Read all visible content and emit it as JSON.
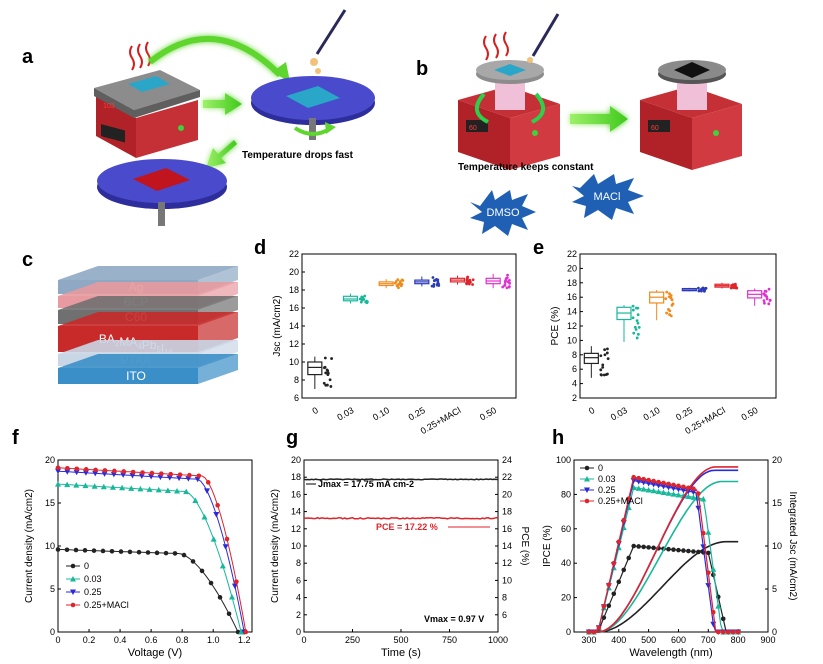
{
  "panels": {
    "a": {
      "letter": "a",
      "caption": "Temperature drops fast",
      "display": "103",
      "colors": {
        "heater": "#c0272d",
        "plate": "#7b7b7b",
        "disk": "#3a3ab8",
        "film_wet": "#29a3c8",
        "film_dry": "#c0151f",
        "arrow": "#5fd62f"
      }
    },
    "b": {
      "letter": "b",
      "caption": "Temperature keeps constant",
      "display": "60",
      "bursts": [
        "DMSO",
        "MACl"
      ],
      "colors": {
        "burst": "#1f5fb4",
        "ring": "#2dd04a"
      }
    },
    "c": {
      "letter": "c",
      "layers": [
        {
          "label": "Ag",
          "color": "#8fa8c4"
        },
        {
          "label": "BCP",
          "color": "#e79a9f"
        },
        {
          "label": "C60",
          "color": "#707070"
        },
        {
          "label": "BA2MA4Pb5I16",
          "color": "#c82a2a"
        },
        {
          "label": "PTAA",
          "color": "#c9d6e6"
        },
        {
          "label": "ITO",
          "color": "#3b8fc8"
        }
      ]
    },
    "d": {
      "letter": "d"
    },
    "e": {
      "letter": "e"
    },
    "f": {
      "letter": "f"
    },
    "g": {
      "letter": "g"
    },
    "h": {
      "letter": "h"
    }
  },
  "chart_data": [
    {
      "id": "d",
      "type": "box",
      "ylabel": "Jsc (mA/cm2)",
      "ylim": [
        6,
        22
      ],
      "yticks": [
        6,
        8,
        10,
        12,
        14,
        16,
        18,
        20,
        22
      ],
      "categories": [
        "0",
        "0.03",
        "0.10",
        "0.25",
        "0.25+MACl",
        "0.50"
      ],
      "colors": [
        "#222222",
        "#18b89a",
        "#f08a1a",
        "#2a3ab8",
        "#e0242a",
        "#e030d0"
      ],
      "boxes": [
        {
          "min": 7.0,
          "q1": 8.6,
          "median": 9.4,
          "q3": 10.0,
          "max": 10.6
        },
        {
          "min": 16.5,
          "q1": 16.8,
          "median": 17.0,
          "q3": 17.3,
          "max": 17.6
        },
        {
          "min": 18.2,
          "q1": 18.5,
          "median": 18.7,
          "q3": 18.9,
          "max": 19.2
        },
        {
          "min": 18.4,
          "q1": 18.7,
          "median": 18.9,
          "q3": 19.1,
          "max": 19.5
        },
        {
          "min": 18.6,
          "q1": 18.9,
          "median": 19.1,
          "q3": 19.3,
          "max": 19.6
        },
        {
          "min": 18.2,
          "q1": 18.7,
          "median": 19.0,
          "q3": 19.3,
          "max": 19.8
        }
      ]
    },
    {
      "id": "e",
      "type": "box",
      "ylabel": "PCE (%)",
      "ylim": [
        2,
        22
      ],
      "yticks": [
        2,
        4,
        6,
        8,
        10,
        12,
        14,
        16,
        18,
        20,
        22
      ],
      "categories": [
        "0",
        "0.03",
        "0.10",
        "0.25",
        "0.25+MACl",
        "0.50"
      ],
      "colors": [
        "#222222",
        "#18b89a",
        "#f08a1a",
        "#2a3ab8",
        "#e0242a",
        "#e030d0"
      ],
      "boxes": [
        {
          "min": 4.8,
          "q1": 6.8,
          "median": 7.6,
          "q3": 8.2,
          "max": 9.2
        },
        {
          "min": 9.8,
          "q1": 12.9,
          "median": 13.8,
          "q3": 14.6,
          "max": 14.9
        },
        {
          "min": 12.8,
          "q1": 15.2,
          "median": 16.0,
          "q3": 16.7,
          "max": 17.0
        },
        {
          "min": 16.8,
          "q1": 16.9,
          "median": 17.0,
          "q3": 17.2,
          "max": 17.3
        },
        {
          "min": 17.2,
          "q1": 17.4,
          "median": 17.6,
          "q3": 17.8,
          "max": 18.0
        },
        {
          "min": 14.8,
          "q1": 15.9,
          "median": 16.4,
          "q3": 16.9,
          "max": 17.2
        }
      ]
    },
    {
      "id": "f",
      "type": "line",
      "xlabel": "Voltage (V)",
      "ylabel": "Current density (mA/cm2)",
      "xlim": [
        0,
        1.25
      ],
      "ylim": [
        0,
        20
      ],
      "xticks": [
        0,
        0.2,
        0.4,
        0.6,
        0.8,
        1.0,
        1.2
      ],
      "yticks": [
        0,
        5,
        10,
        15,
        20
      ],
      "series": [
        {
          "name": "0",
          "color": "#222222",
          "marker": "circle",
          "jsc": 9.6,
          "voc": 1.16,
          "knee": 0.78
        },
        {
          "name": "0.03",
          "color": "#18b89a",
          "marker": "triangle-up",
          "jsc": 17.2,
          "voc": 1.18,
          "knee": 0.82
        },
        {
          "name": "0.25",
          "color": "#2a2ad8",
          "marker": "triangle-down",
          "jsc": 18.7,
          "voc": 1.2,
          "knee": 0.9
        },
        {
          "name": "0.25+MACl",
          "color": "#e0242a",
          "marker": "circle",
          "jsc": 19.1,
          "voc": 1.21,
          "knee": 0.93
        }
      ]
    },
    {
      "id": "g",
      "type": "line",
      "xlabel": "Time (s)",
      "ylabel": "Current density (mA/cm2)",
      "y2label": "PCE (%)",
      "xlim": [
        0,
        1000
      ],
      "ylim": [
        0,
        20
      ],
      "y2lim": [
        4,
        24
      ],
      "xticks": [
        0,
        250,
        500,
        750,
        1000
      ],
      "yticks": [
        0,
        2,
        4,
        6,
        8,
        10,
        12,
        14,
        16,
        18,
        20
      ],
      "y2ticks": [
        6,
        8,
        10,
        12,
        14,
        16,
        18,
        20,
        22,
        24
      ],
      "series": [
        {
          "name": "Jmax",
          "color": "#222222",
          "value": 17.75,
          "axis": "left"
        },
        {
          "name": "PCE",
          "color": "#e0242a",
          "value": 17.22,
          "axis": "right"
        }
      ],
      "annotations": {
        "jmax": "Jmax = 17.75 mA cm-2",
        "pce": "PCE = 17.22 %",
        "vmax": "Vmax = 0.97 V"
      }
    },
    {
      "id": "h",
      "type": "line",
      "xlabel": "Wavelength (nm)",
      "ylabel": "IPCE (%)",
      "y2label": "Integrated Jsc (mA/cm2)",
      "xlim": [
        250,
        900
      ],
      "ylim": [
        0,
        100
      ],
      "y2lim": [
        0,
        20
      ],
      "xticks": [
        300,
        400,
        500,
        600,
        700,
        800,
        900
      ],
      "yticks": [
        0,
        20,
        40,
        60,
        80,
        100
      ],
      "y2ticks": [
        0,
        5,
        10,
        15,
        20
      ],
      "series": [
        {
          "name": "0",
          "color": "#222222",
          "marker": "circle",
          "ipce_peak": 50,
          "cutoff": 760,
          "jint": 10.5
        },
        {
          "name": "0.03",
          "color": "#18b89a",
          "marker": "triangle-up",
          "ipce_peak": 84,
          "cutoff": 745,
          "jint": 17.5
        },
        {
          "name": "0.25",
          "color": "#2a2ad8",
          "marker": "triangle-down",
          "ipce_peak": 88,
          "cutoff": 720,
          "jint": 18.8
        },
        {
          "name": "0.25+MACl",
          "color": "#e0242a",
          "marker": "circle",
          "ipce_peak": 90,
          "cutoff": 725,
          "jint": 19.2
        }
      ]
    }
  ]
}
